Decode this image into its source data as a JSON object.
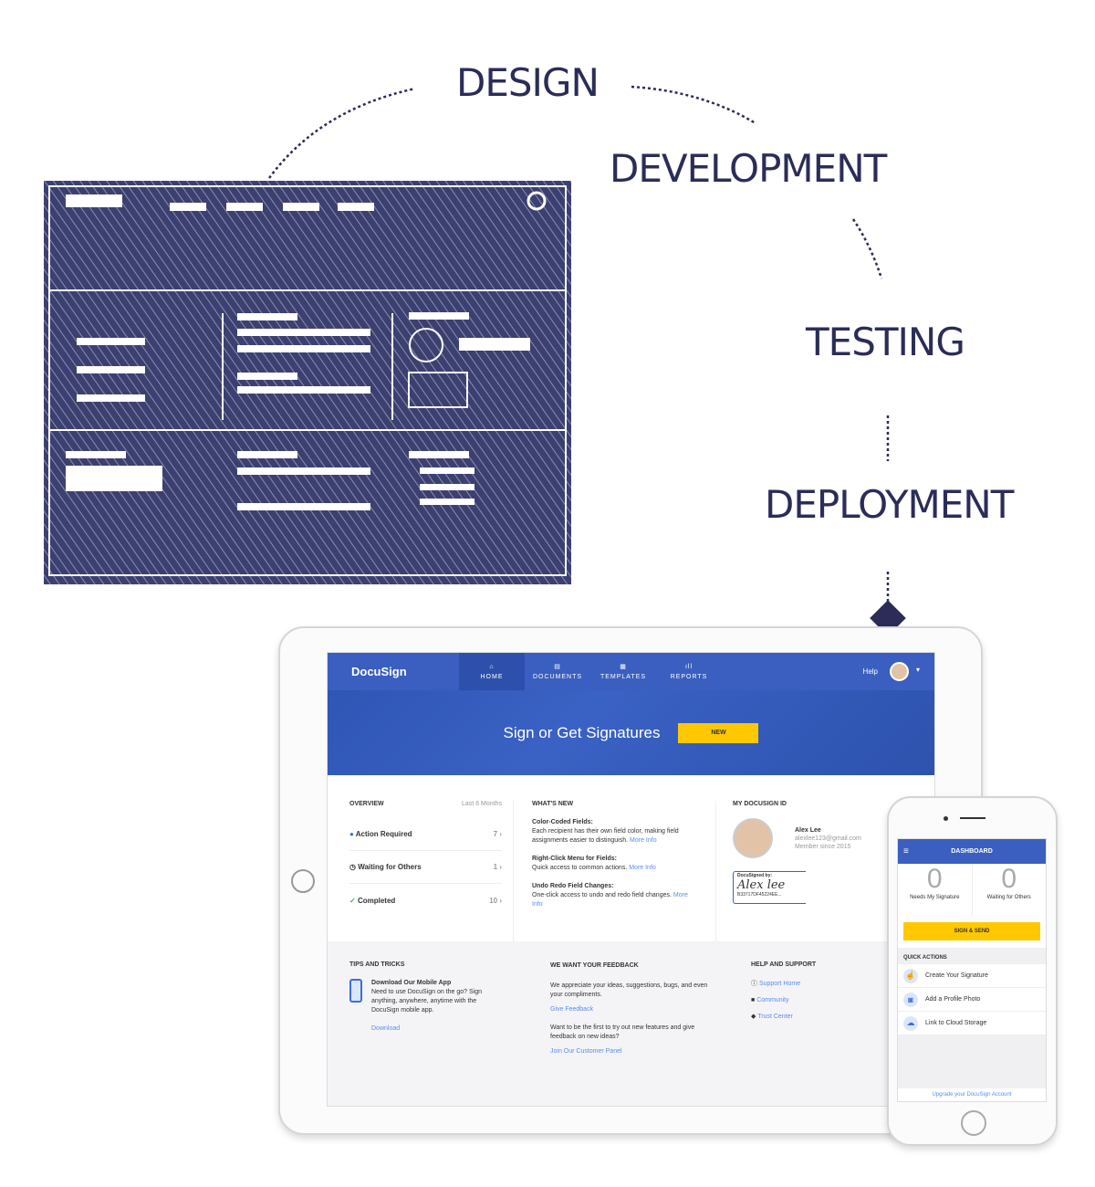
{
  "stages": [
    "DESIGN",
    "DEVELOPMENT",
    "TESTING",
    "DEPLOYMENT"
  ],
  "colors": {
    "navy": "#2b2d58",
    "brand": "#3a5fc0",
    "yellow": "#ffc800",
    "link": "#5a8dee"
  },
  "tablet": {
    "logo": "DocuSign",
    "nav": [
      {
        "label": "HOME",
        "icon": "home-icon"
      },
      {
        "label": "DOCUMENTS",
        "icon": "document-icon"
      },
      {
        "label": "TEMPLATES",
        "icon": "template-icon"
      },
      {
        "label": "REPORTS",
        "icon": "chart-icon"
      }
    ],
    "help": "Help",
    "banner_title": "Sign or Get Signatures",
    "new_button": "NEW",
    "overview": {
      "title": "OVERVIEW",
      "range": "Last 6 Months",
      "rows": [
        {
          "label": "Action Required",
          "count": "7"
        },
        {
          "label": "Waiting for Others",
          "count": "1"
        },
        {
          "label": "Completed",
          "count": "10"
        }
      ]
    },
    "whats_new": {
      "title": "WHAT'S NEW",
      "items": [
        {
          "title": "Color-Coded Fields:",
          "body": "Each recipient has their own field color, making field assignments easier to distinguish.",
          "link": "More Info"
        },
        {
          "title": "Right-Click Menu for Fields:",
          "body": "Quick access to common actions.",
          "link": "More Info"
        },
        {
          "title": "Undo Redo Field Changes:",
          "body": "One-click access to undo and redo field changes.",
          "link": "More Info"
        }
      ]
    },
    "id": {
      "title": "MY DOCUSIGN ID",
      "name": "Alex Lee",
      "email": "alexlee123@gmail.com",
      "member": "Member since 2015",
      "signed_by": "DocuSigned by:",
      "signature": "Alex lee",
      "hash": "B33717DF45224EE..."
    },
    "tips": {
      "title": "TIPS AND TRICKS",
      "heading": "Download Our Mobile App",
      "body": "Need to use DocuSign on the go? Sign anything, anywhere, anytime with the DocuSign mobile app.",
      "link": "Download"
    },
    "feedback": {
      "title": "WE WANT YOUR FEEDBACK",
      "body1": "We appreciate your ideas, suggestions, bugs, and even your compliments.",
      "link1": "Give Feedback",
      "body2": "Want to be the first to try out new features and give feedback on new ideas?",
      "link2": "Join Our Customer Panel"
    },
    "support": {
      "title": "HELP AND SUPPORT",
      "links": [
        "Support Home",
        "Community",
        "Trust Center"
      ]
    }
  },
  "phone": {
    "title": "DASHBOARD",
    "stats": [
      {
        "value": "0",
        "label": "Needs My Signature"
      },
      {
        "value": "0",
        "label": "Waiting for Others"
      }
    ],
    "button": "SIGN & SEND",
    "qa_title": "QUICK ACTIONS",
    "actions": [
      "Create Your Signature",
      "Add a Profile Photo",
      "Link to Cloud Storage"
    ],
    "upgrade": "Upgrade your DocuSign Account"
  }
}
